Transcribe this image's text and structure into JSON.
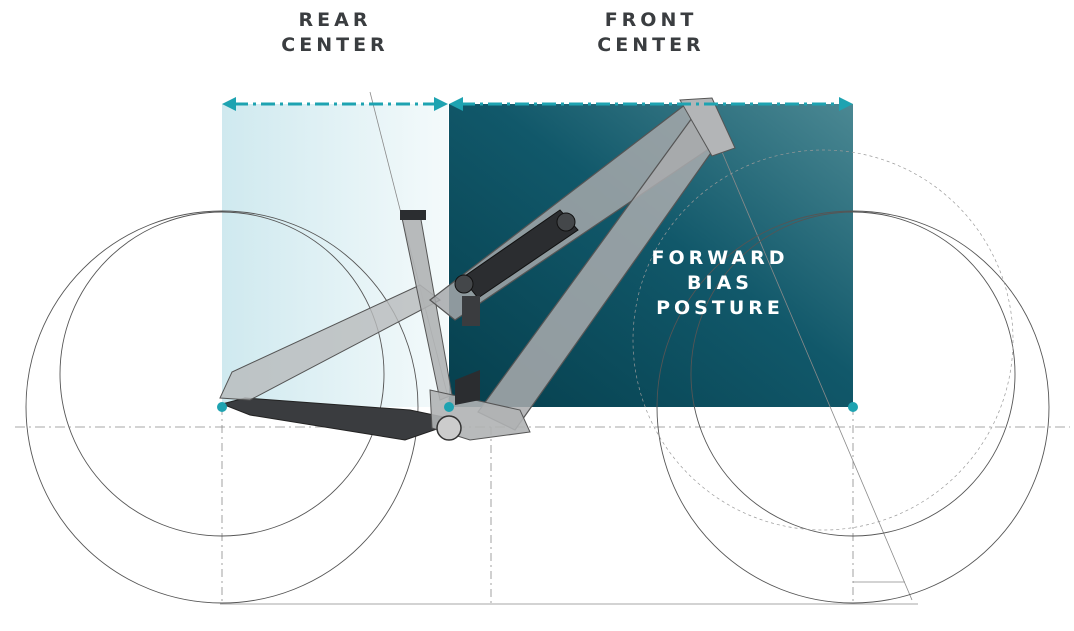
{
  "labels": {
    "rear_center": [
      "REAR",
      "CENTER"
    ],
    "front_center": [
      "FRONT",
      "CENTER"
    ],
    "forward_bias": [
      "FORWARD",
      "BIAS",
      "POSTURE"
    ]
  },
  "colors": {
    "teal_dark": "#0a4d5c",
    "teal_mid": "#3a7f8c",
    "teal_accent": "#1ea3b1",
    "light_panel": "#d8eef2",
    "frame_gray": "#9a9c9e",
    "frame_dark": "#2b2d30",
    "line_gray": "#6e6e6e",
    "text_dark": "#3a3d40",
    "text_light": "#ffffff"
  }
}
